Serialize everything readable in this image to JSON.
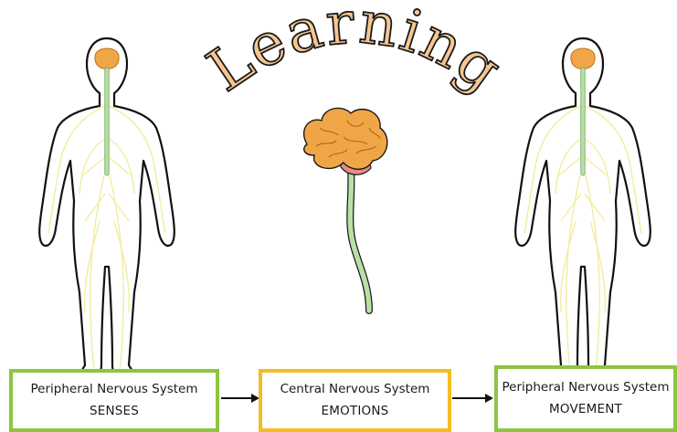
{
  "title": "Learning",
  "boxes": [
    {
      "line1": "Peripheral Nervous System",
      "line2": "SENSES",
      "color": "#8cc63f"
    },
    {
      "line1": "Central Nervous System",
      "line2": "EMOTIONS",
      "color": "#f2be22"
    },
    {
      "line1": "Peripheral Nervous System",
      "line2": "MOVEMENT",
      "color": "#8cc63f"
    }
  ],
  "colors": {
    "title_fill": "#f6c690",
    "brain": "#f0a646",
    "spine": "#b9e0a5",
    "nerves": "#f1ec9a",
    "cerebellum": "#e88a8a"
  },
  "icons": [
    "human-body-left",
    "brain-spinal-cord",
    "human-body-right",
    "arrow-right"
  ]
}
